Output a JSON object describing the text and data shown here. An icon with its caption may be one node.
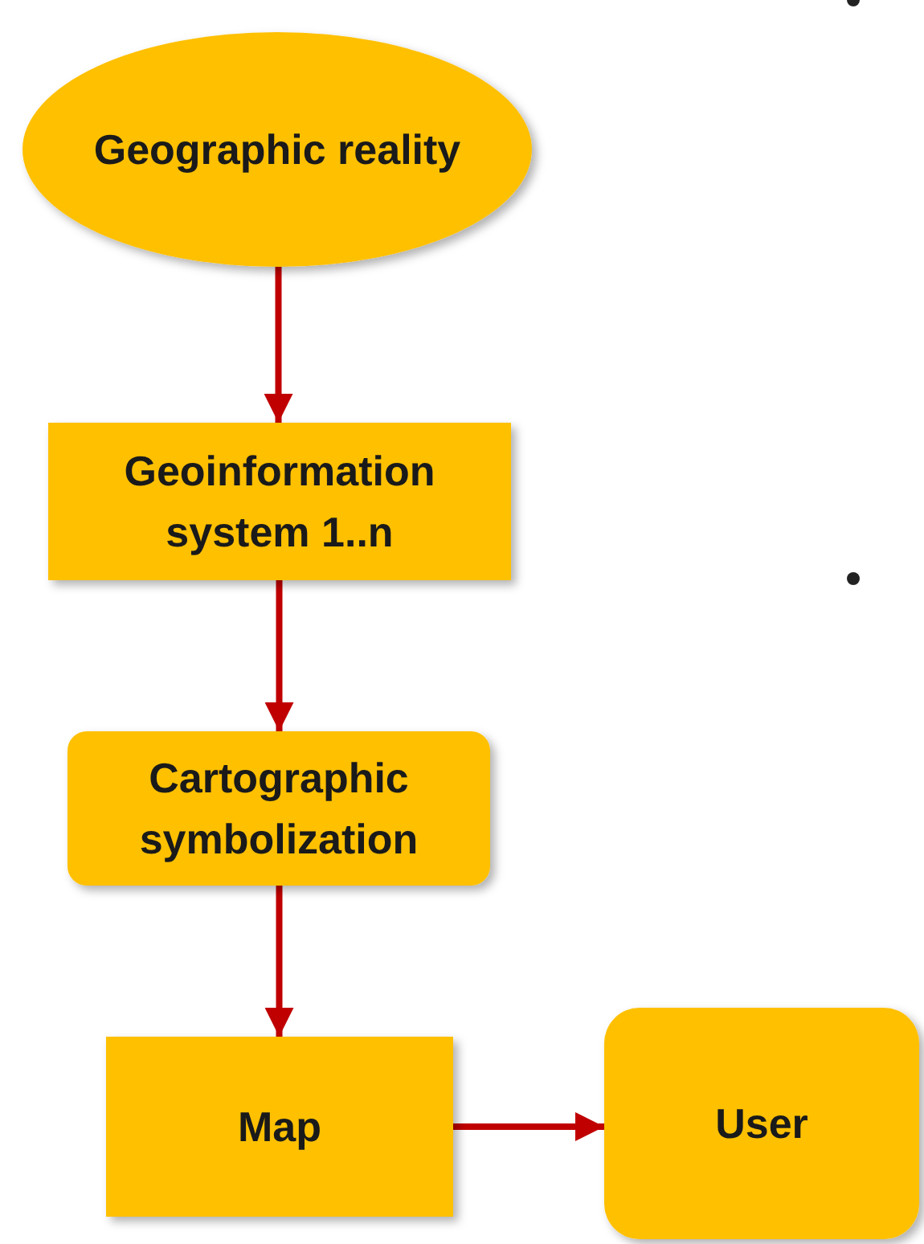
{
  "diagram": {
    "nodes": [
      {
        "text": [
          "Geographic reality"
        ]
      },
      {
        "text": [
          "Geoinformation system 1..n"
        ]
      },
      {
        "text": [
          "Cartographic symbolization"
        ]
      },
      {
        "text": [
          "Map"
        ]
      },
      {
        "text": [
          "User"
        ]
      }
    ],
    "edges": [
      {
        "from": 0,
        "to": 1,
        "arrow": "to"
      },
      {
        "from": 1,
        "to": 2,
        "arrow": "to"
      },
      {
        "from": 2,
        "to": 3,
        "arrow": "to"
      },
      {
        "from": 3,
        "to": 4,
        "arrow": "to"
      }
    ]
  }
}
